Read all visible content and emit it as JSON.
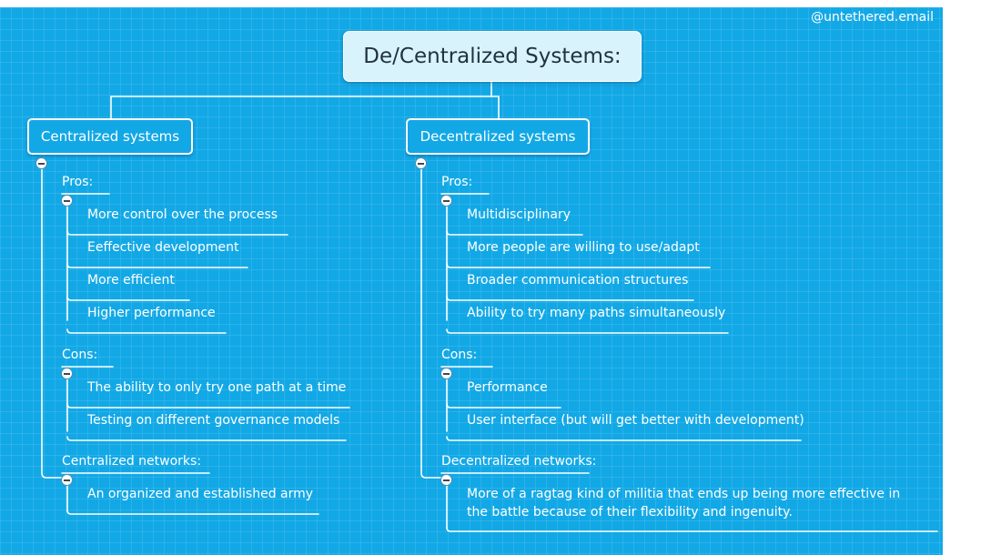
{
  "watermark": "@untethered.email",
  "root": {
    "label": "De/Centralized Systems:"
  },
  "centralized": {
    "label": "Centralized systems",
    "pros": {
      "label": "Pros:",
      "items": [
        "More control over the process",
        "Eeffective development",
        "More efficient",
        "Higher performance"
      ]
    },
    "cons": {
      "label": "Cons:",
      "items": [
        "The ability to only try one path at a time",
        "Testing on different governance models"
      ]
    },
    "networks": {
      "label": "Centralized networks:",
      "items": [
        "An organized and established army"
      ]
    }
  },
  "decentralized": {
    "label": "Decentralized systems",
    "pros": {
      "label": "Pros:",
      "items": [
        "Multidisciplinary",
        "More people are willing to use/adapt",
        "Broader communication structures",
        "Ability to try many paths simultaneously"
      ]
    },
    "cons": {
      "label": "Cons:",
      "items": [
        "Performance",
        "User interface (but will get better with development)"
      ]
    },
    "networks": {
      "label": "Decentralized networks:",
      "items": [
        "More of a ragtag kind of militia that ends up being more effective in the battle because of their flexibility and ingenuity."
      ]
    }
  },
  "colors": {
    "background": "#12a8e6",
    "root_fill": "#d9f3fc",
    "line": "#ffffff"
  }
}
